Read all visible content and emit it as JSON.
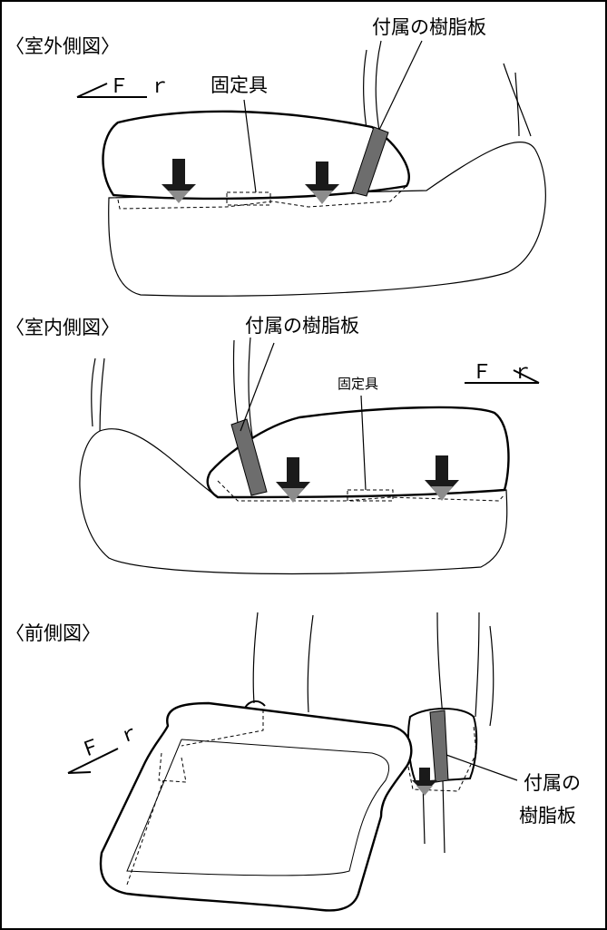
{
  "colors": {
    "ink": "#000000",
    "seat_fill": "#ffffff",
    "strap": "#6d6d6d",
    "arrow": "#1a1a1a",
    "arrow_tip": "#8c8c8c"
  },
  "views": {
    "outer": {
      "title": "〈室外側図〉",
      "fr": "Ｆ ｒ",
      "fixture": "固定具",
      "resin_plate": "付属の樹脂板"
    },
    "inner": {
      "title": "〈室内側図〉",
      "fr": "Ｆ ｒ",
      "fixture": "固定具",
      "resin_plate": "付属の樹脂板"
    },
    "front": {
      "title": "〈前側図〉",
      "fr": "Ｆ ｒ",
      "resin_plate_line1": "付属の",
      "resin_plate_line2": "樹脂板"
    }
  }
}
